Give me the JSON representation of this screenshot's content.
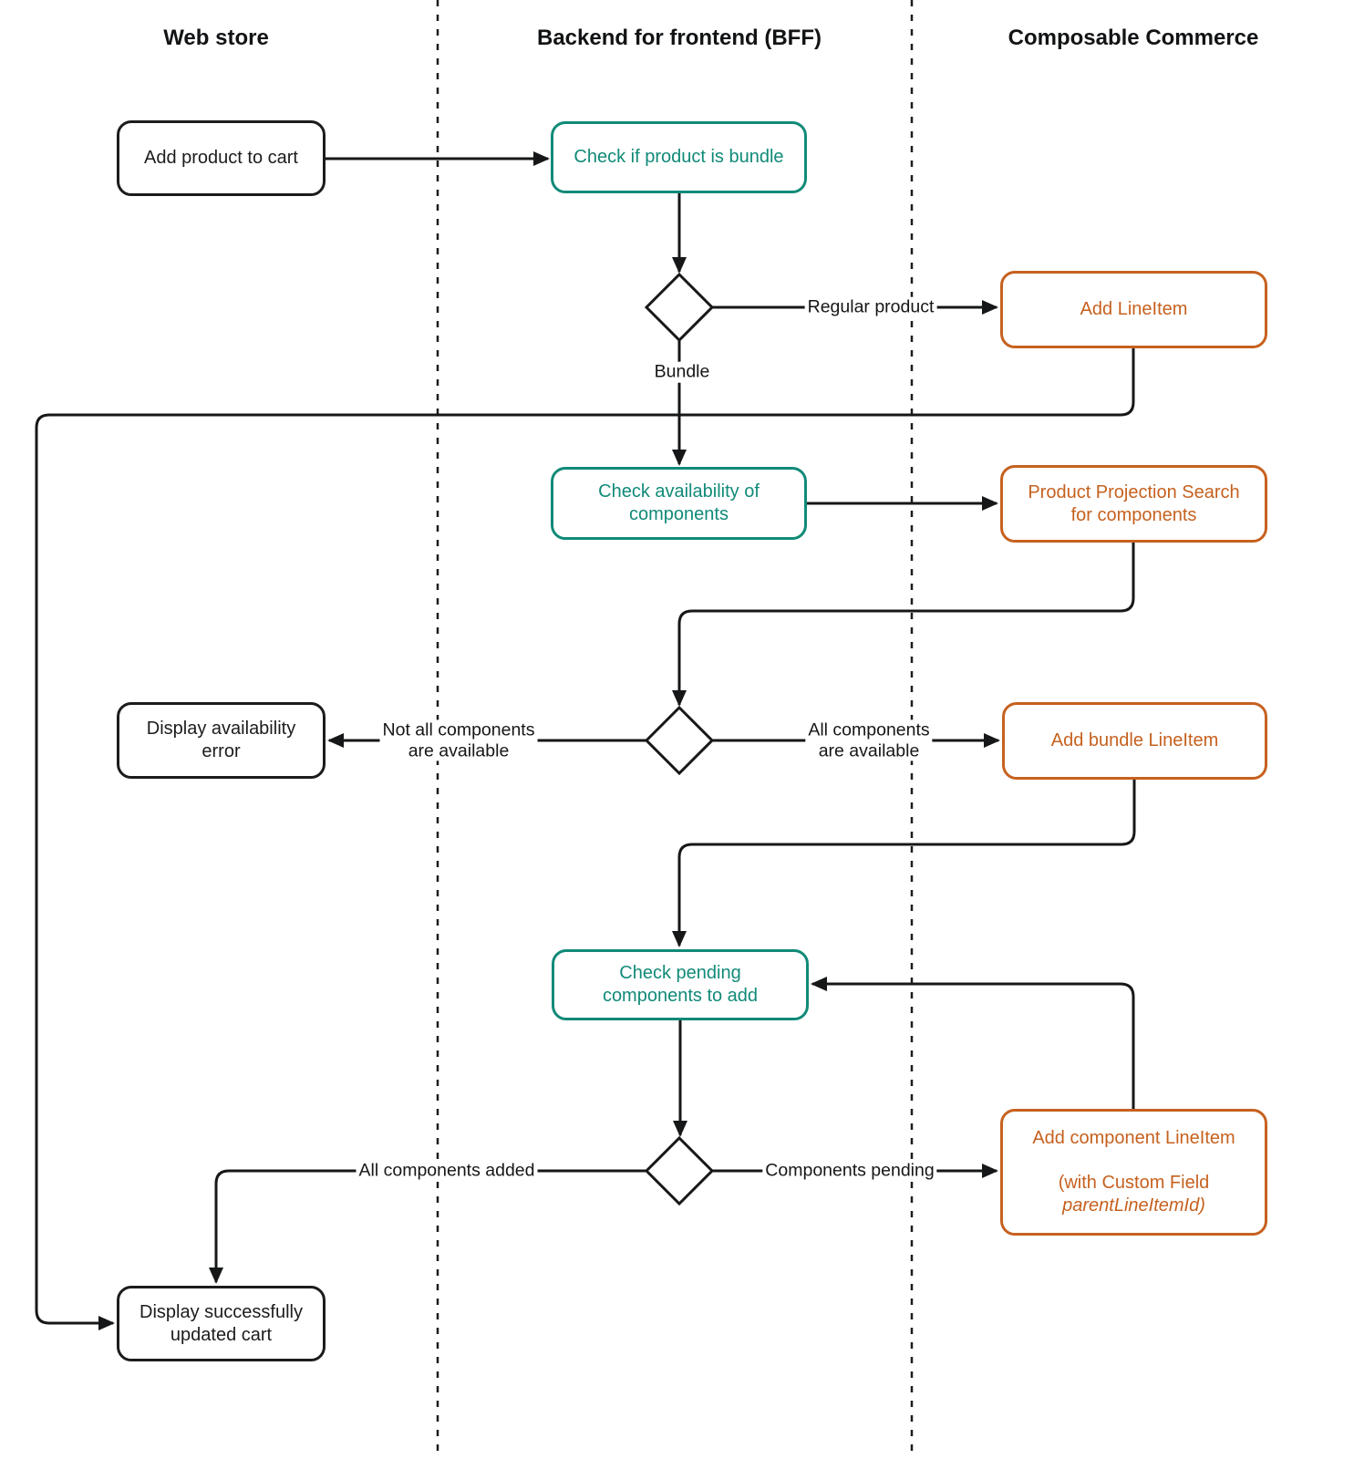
{
  "lanes": [
    {
      "label": "Web store"
    },
    {
      "label": "Backend for frontend (BFF)"
    },
    {
      "label": "Composable Commerce"
    }
  ],
  "colors": {
    "teal": "#118a78",
    "orange": "#c6611f",
    "black": "#1b1c1d",
    "line": "#161718"
  },
  "nodes": {
    "add_product": {
      "lines": [
        "Add product to cart"
      ]
    },
    "check_bundle": {
      "lines": [
        "Check if product is bundle"
      ]
    },
    "add_lineitem": {
      "lines": [
        "Add LineItem"
      ]
    },
    "check_availability": {
      "lines": [
        "Check availability of",
        "components"
      ]
    },
    "pps": {
      "lines": [
        "Product Projection Search",
        "for components"
      ]
    },
    "display_error": {
      "lines": [
        "Display availability",
        "error"
      ]
    },
    "add_bundle": {
      "lines": [
        "Add bundle LineItem"
      ]
    },
    "check_pending": {
      "lines": [
        "Check pending",
        "components to add"
      ]
    },
    "add_component": {
      "title": "Add component LineItem",
      "sub": "(with Custom Field",
      "sub_italic": "parentLineItemId)"
    },
    "display_updated": {
      "lines": [
        "Display successfully",
        "updated cart"
      ]
    }
  },
  "edge_labels": {
    "regular_product": "Regular product",
    "bundle": "Bundle",
    "not_all": [
      "Not all components",
      "are available"
    ],
    "all_available": [
      "All components",
      "are available"
    ],
    "all_added": "All components added",
    "components_pending": "Components pending"
  }
}
